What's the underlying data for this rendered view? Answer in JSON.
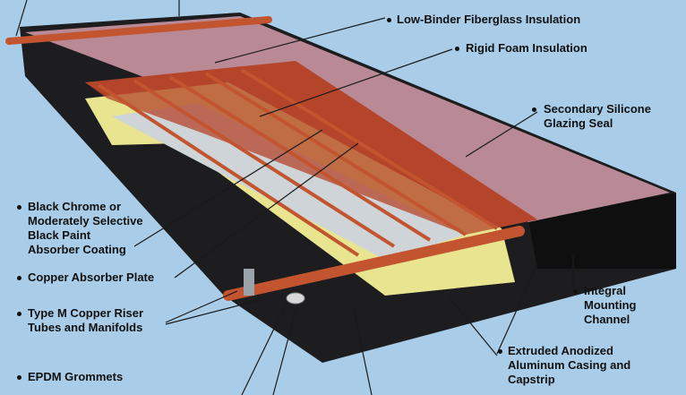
{
  "diagram": {
    "colors": {
      "background": "#a9cde8",
      "casing": "#1d1d1f",
      "glazing": "#b98a96",
      "absorber": "#b4452b",
      "copper": "#c2552f",
      "fiberglass": "#e8e490",
      "foam": "#cfd4d8",
      "leader": "#1a1a1a"
    },
    "labels": {
      "fiberglass": "Low-Binder Fiberglass Insulation",
      "foam": "Rigid Foam Insulation",
      "silicone": "Secondary Silicone\nGlazing Seal",
      "coating": "Black Chrome or\nModerately Selective\nBlack Paint\nAbsorber Coating",
      "plate": "Copper Absorber Plate",
      "tubes": "Type M Copper Riser\nTubes and Manifolds",
      "channel": "Integral\nMounting\nChannel",
      "casing": "Extruded Anodized\nAluminum Casing and\nCapstrip",
      "grommets": "EPDM Grommets"
    }
  }
}
